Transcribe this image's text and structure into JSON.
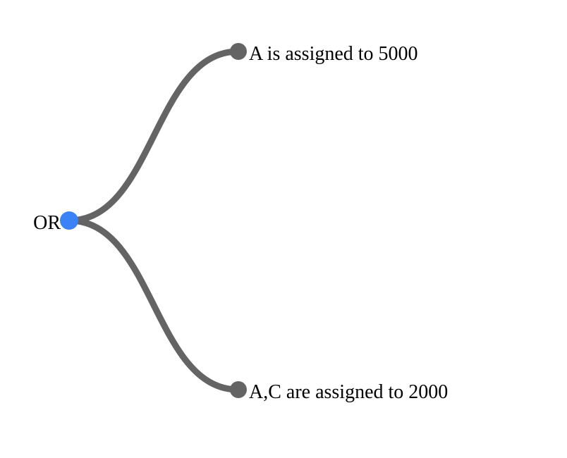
{
  "diagram": {
    "type": "tree",
    "root": {
      "label": "OR",
      "color": "#3b82f6"
    },
    "children": [
      {
        "label": "A is assigned to 5000",
        "color": "#646464"
      },
      {
        "label": "A,C are assigned to 2000",
        "color": "#646464"
      }
    ],
    "link_color": "#646464",
    "label_color": "#000000"
  }
}
